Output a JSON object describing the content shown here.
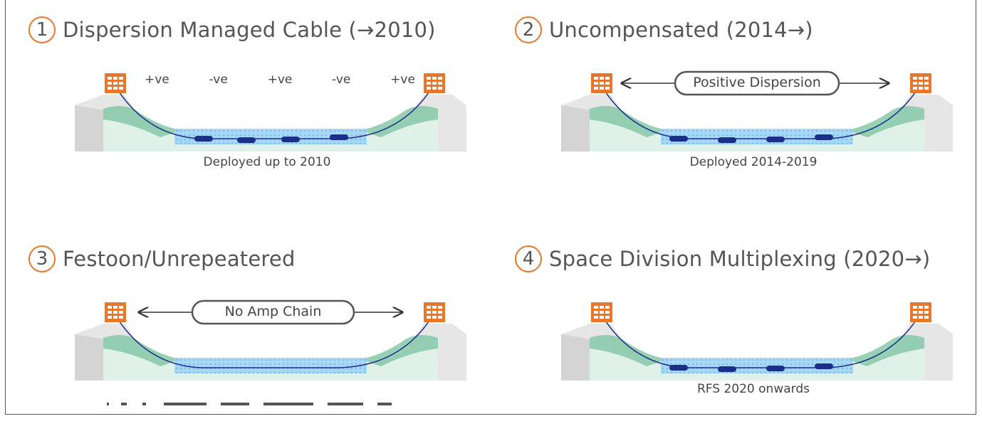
{
  "panels": [
    {
      "number": "1",
      "title": "Dispersion Managed Cable (→2010)",
      "segments": [
        "+ve",
        "-ve",
        "+ve",
        "-ve",
        "+ve"
      ],
      "caption": "Deployed up to 2010"
    },
    {
      "number": "2",
      "title": "Uncompensated (2014→)",
      "label": "Positive Dispersion",
      "caption": "Deployed 2014-2019"
    },
    {
      "number": "3",
      "title": "Festoon/Unrepeatered",
      "label": "No Amp Chain",
      "caption": ""
    },
    {
      "number": "4",
      "title": "Space Division Multiplexing (2020→)",
      "caption": "RFS 2020 onwards"
    }
  ],
  "colors": {
    "accent": "#e8762b",
    "water": "#8ec9f0",
    "land": "#7fc6a4",
    "cable": "#1b2f8a"
  },
  "icons": [
    "building-icon",
    "double-arrow-icon",
    "number-circle-icon"
  ]
}
